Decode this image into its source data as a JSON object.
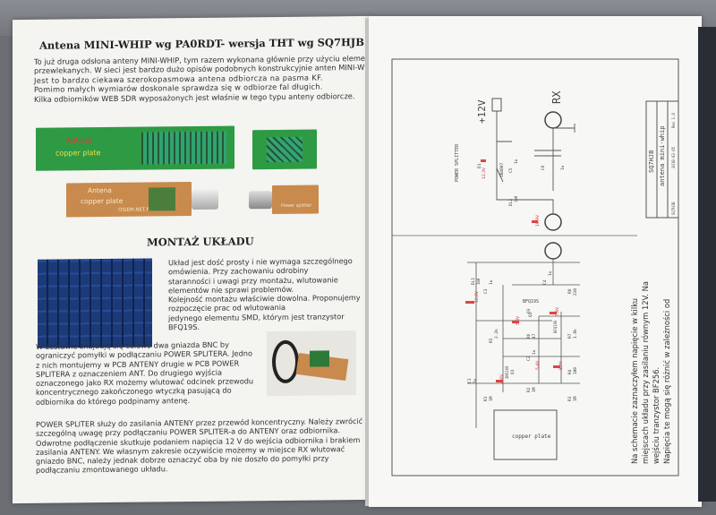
{
  "left_page": {
    "title": "Antena MINI-WHIP wg PA0RDT- wersja THT wg SQ7HJB",
    "intro_lines": [
      "To już druga odsłona anteny MINI-WHIP, tym razem wykonana głównie przy użyciu elementów",
      "przewlekanych. W sieci jest bardzo dużo opisów podobnych konstrukcyjnie anten MINI-WHIP.",
      "Jest to bardzo ciekawa szerokopasmowa antena odbiorcza na pasma KF.",
      "Pomimo małych wymiarów doskonale sprawdza się w odbiorze fal długich.",
      "Kilka odbiorników WEB SDR wyposażonych jest właśnie w tego typu anteny odbiorcze."
    ],
    "pcb_green_label": [
      "Antena",
      "copper plate"
    ],
    "pcb_orange_label": [
      "Antena",
      "copper plate"
    ],
    "pcb_site": "OSIEM.NET.PL",
    "pcb_power": "Power splitter",
    "assembly_heading": "MONTAŻ UKŁADU",
    "assembly_lines": [
      "Układ jest dość prosty i nie wymaga szczególnego",
      "omówienia. Przy zachowaniu odrobiny",
      "staranności i uwagi przy montażu, wlutowanie",
      "elementów nie sprawi problemów.",
      "Kolejność montażu właściwie dowolna. Proponujemy",
      "rozpoczęcie prac od wlutowania",
      "jedynego elementu SMD, którym jest tranzystor",
      "BFQ19S."
    ],
    "bnc_lines": [
      "W zestawie znajdują się celowo dwa gniazda BNC by",
      "ograniczyć pomyłki w podłączaniu POWER SPLITERA. Jedno",
      "z nich montujemy w PCB ANTENY drugie w PCB POWER",
      "SPLITERA z oznaczeniem ANT. Do drugiego wyjścia",
      "oznaczonego jako RX możemy wlutować odcinek przewodu",
      "koncentrycznego zakończonego wtyczką pasującą do",
      "odbiornika do którego podpinamy antenę."
    ],
    "splitter_lines": [
      "POWER SPLITER służy do zasilania ANTENY przez przewód koncentryczny. Należy zwrócić",
      "szczególną uwagę przy podłączaniu POWER SPLITER-a do ANTENY oraz odbiornika.",
      "Odwrotne podłączenie skutkuje podaniem napięcia 12 V do wejścia odbiornika i brakiem",
      "zasilania ANTENY.  We własnym zakresie oczywiście możemy w miejsce RX wlutować",
      "gniazdo BNC, należy jednak dobrze oznaczyć oba by nie doszło do pomyłki przy",
      "podłączaniu zmontowanego układu."
    ]
  },
  "right_page": {
    "label_12v": "+12V",
    "label_rx": "RX",
    "label_power_splitter": "POWER SPLITTER",
    "label_copper": "copper plate",
    "components": {
      "d1": "D1",
      "d1_val": "1N4007",
      "c5": "C5",
      "c5_val": "1u",
      "c6": "C6",
      "c6_val": "1u",
      "dl2": "DL2",
      "dl2_val": "1mH",
      "dl1": "DL1",
      "dl1_val": "1mH",
      "c3": "C3",
      "c3_val": "1u",
      "c4": "C4",
      "c4_val": "1u",
      "r1": "R1",
      "r1_val": "1M",
      "r2": "R2",
      "r2_val": "1M",
      "r3": "R3",
      "r3_val": "1M",
      "r4": "R4",
      "r4_val": "100",
      "r5": "R5",
      "r5_val": "2.2k",
      "r6": "R6",
      "r6_val": "47",
      "r7": "R7",
      "r7_val": "1.8k",
      "r8": "R8",
      "r8_val": "220",
      "q1": "Q1",
      "q1_val": "2N5109",
      "q2": "Q2",
      "q2_val": "BFQ19S",
      "q3": "Q3",
      "c1": "C1",
      "c1_val": "1u",
      "c2": "C2",
      "c2_val": "1u",
      "bfq": "BFQ19S"
    },
    "voltages": [
      "12,3V",
      "10,9V",
      "10,8V",
      "7,6V",
      "5,8V",
      "8,4V",
      "4,6V",
      "5,4V"
    ],
    "title_block": {
      "id": "SQ7HJB",
      "name": "antena mini-whip",
      "small": [
        "Rev 1.0",
        "2018-02-05"
      ],
      "footer": "SQ7HJB"
    },
    "note_lines": [
      "Na schemacie zaznaczyłem napięcie w kilku",
      "miejscach układu przy zasilaniu równym 12V. Na",
      "wejściu tranzystor BF256.",
      "Napięcia te mogą się różnić w zależności od"
    ]
  }
}
